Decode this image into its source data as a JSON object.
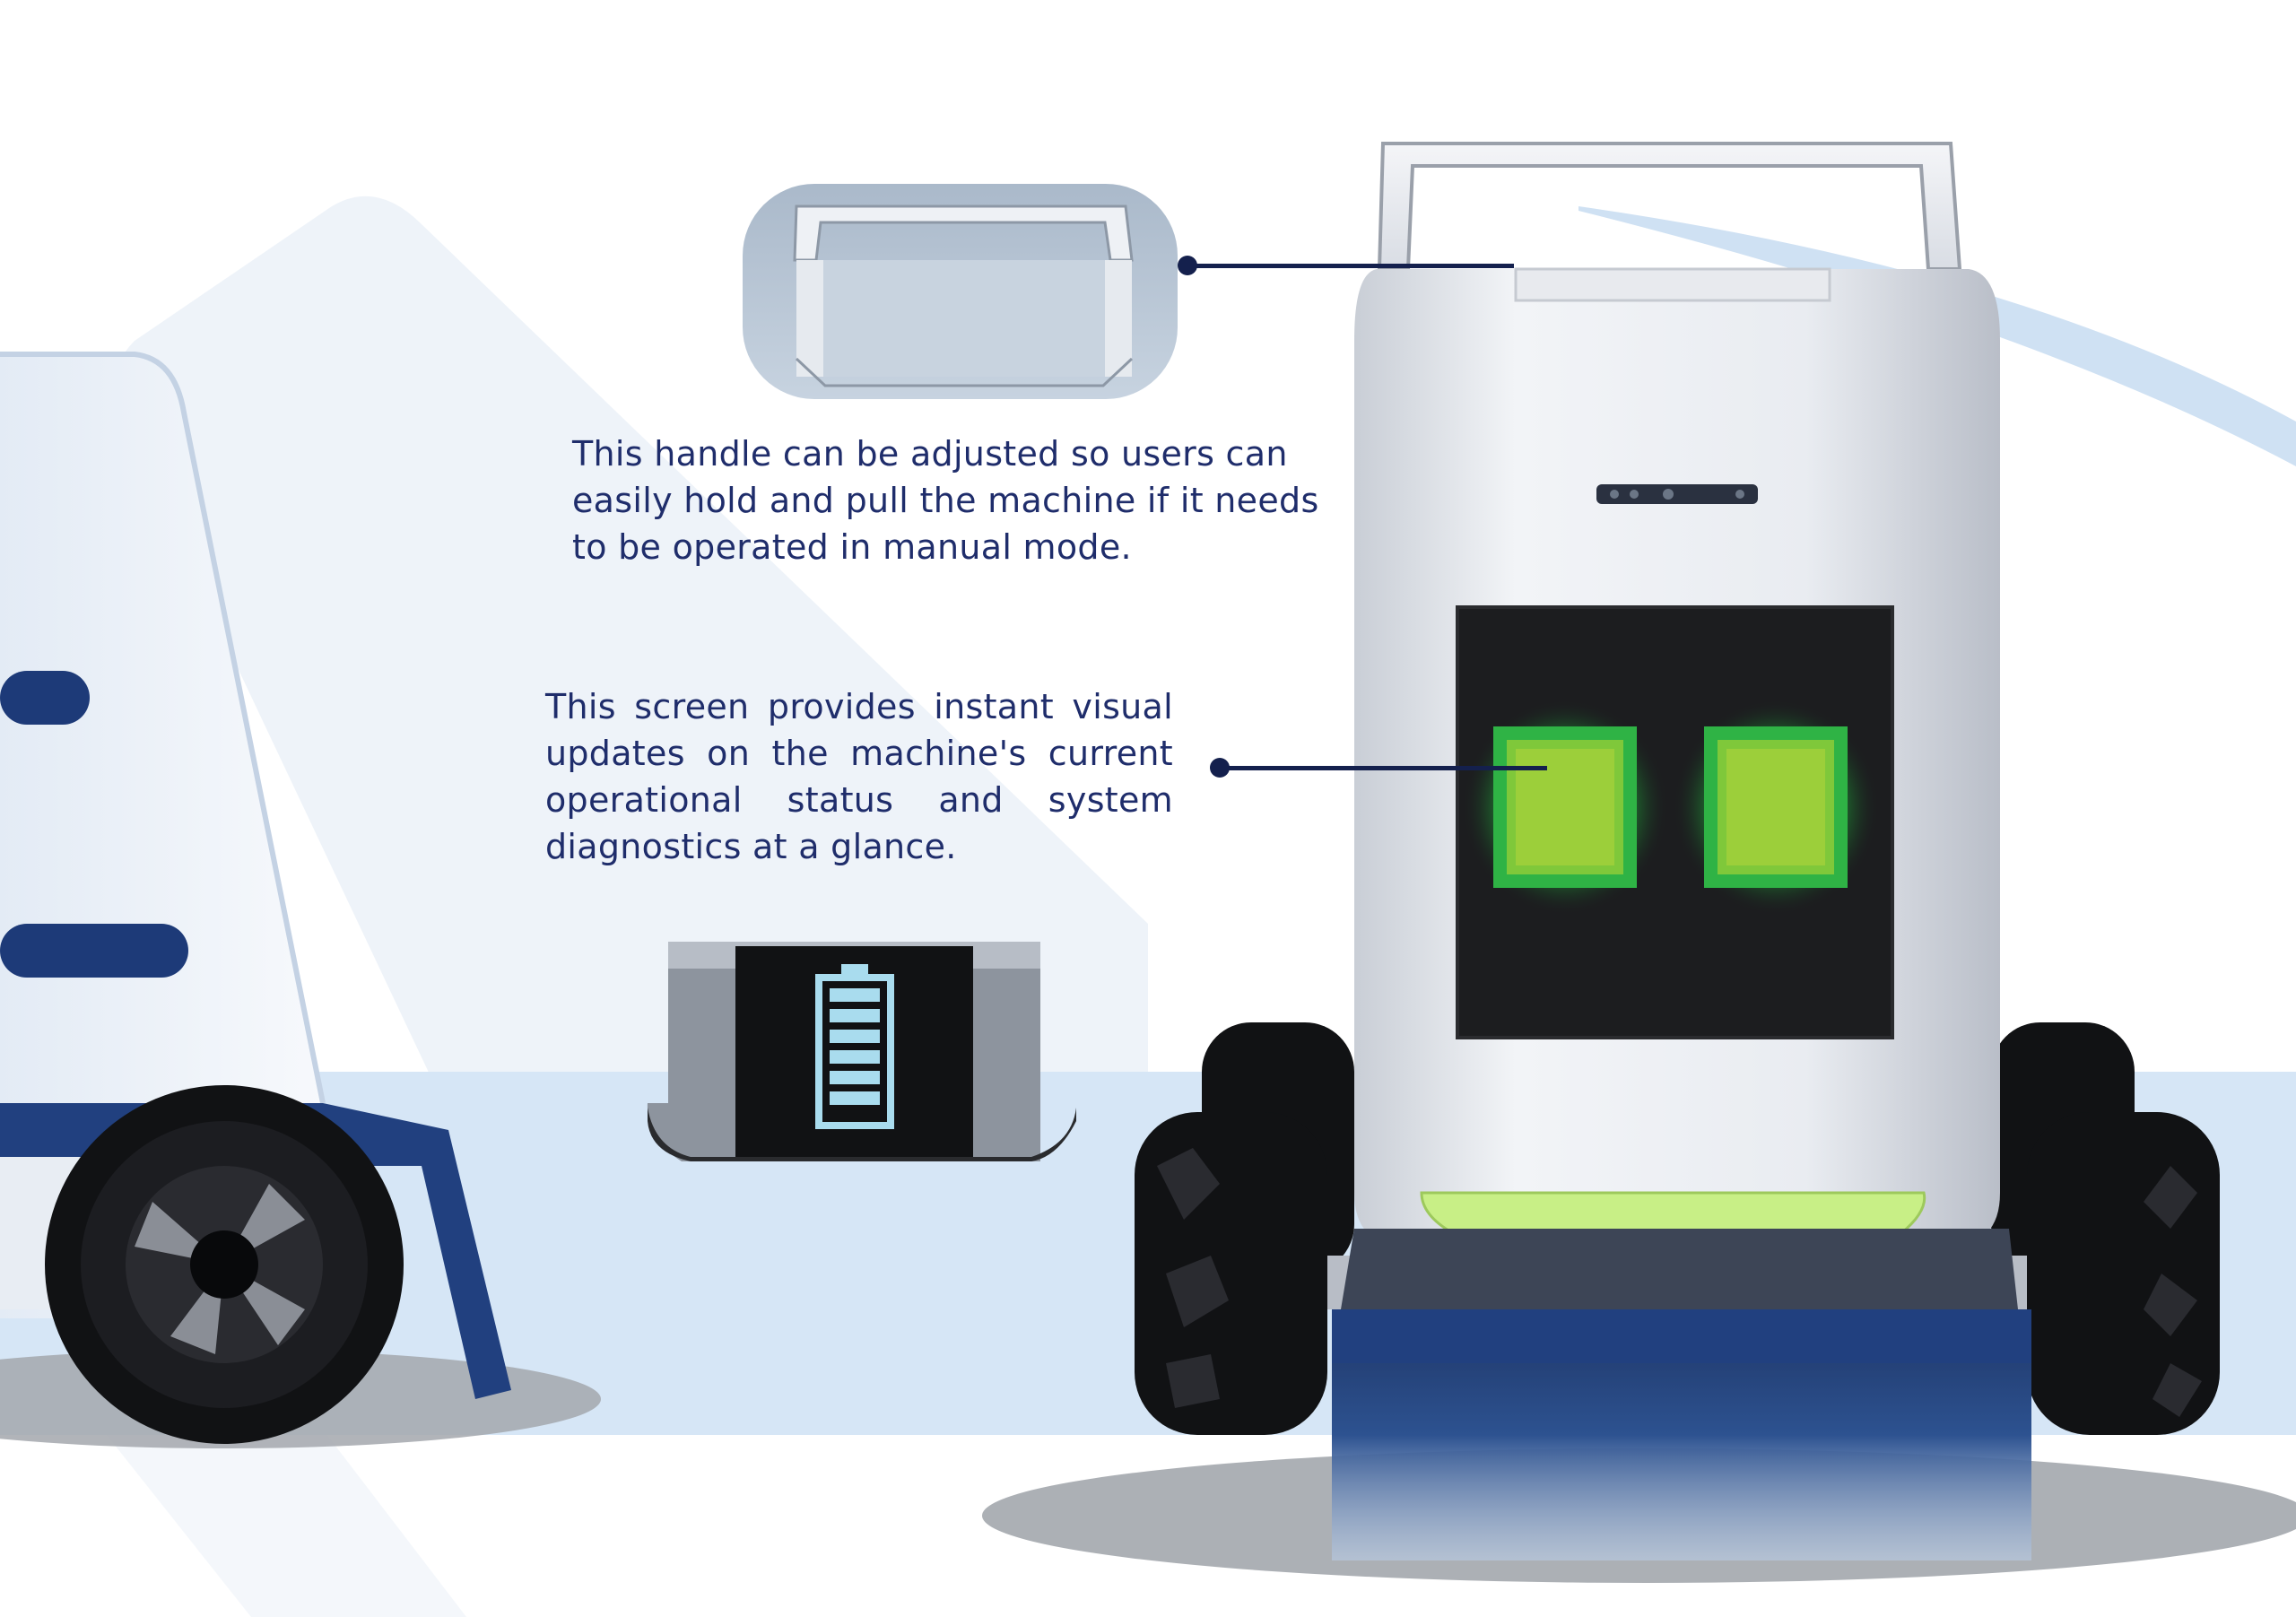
{
  "captions": {
    "handle": "This  handle can be adjusted so users can easily hold and pull the machine if it needs to be operated in manual mode.",
    "screen": "This screen provides instant visual updates on the machine's current operational status and system diagnostics at a glance."
  },
  "colors": {
    "caption_text": "#1f2d6b",
    "callout_line": "#14204d",
    "floor_band": "#d6e6f6",
    "body_metal": "#e6eaf0",
    "screen_bg": "#1c1d1f",
    "eye_green": "#9ccf3a",
    "eye_glow": "#2fb345",
    "battery_icon": "#a9dcee",
    "scoop_blue": "#2a4a82",
    "tire_black": "#111214"
  },
  "battery_indicator": {
    "bars": 6,
    "level": 1.0
  }
}
